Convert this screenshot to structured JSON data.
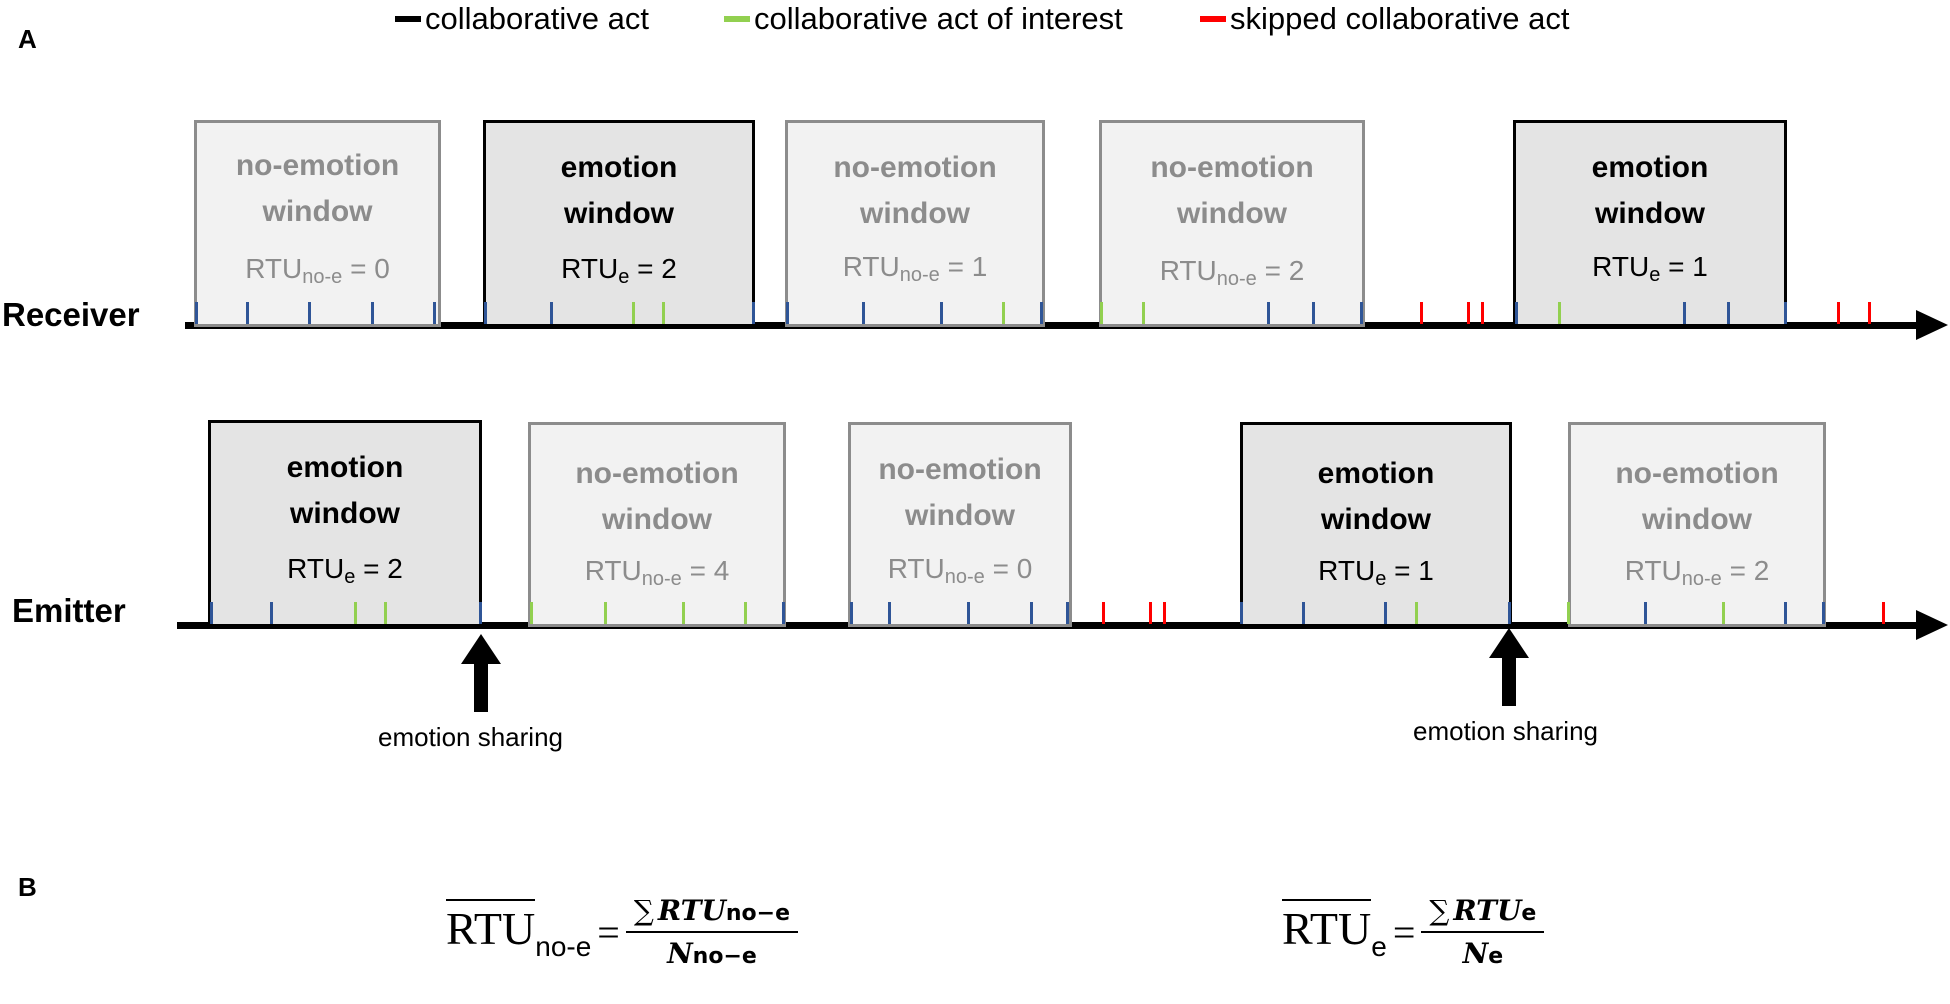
{
  "legend": [
    {
      "label": "collaborative act",
      "color": "#000000"
    },
    {
      "label": "collaborative act of interest",
      "color": "#92d050"
    },
    {
      "label": "skipped collaborative act",
      "color": "#ff0000"
    }
  ],
  "colors": {
    "act": "#2f5597",
    "interest": "#92d050",
    "skipped": "#ff0000",
    "axis": "#000000"
  },
  "panels": {
    "a": "A",
    "b": "B"
  },
  "tracks": {
    "receiver": {
      "label": "Receiver",
      "windows": [
        {
          "kind": "no-emo",
          "line1": "no-emotion",
          "line2": "window",
          "rtu_base": "RTU",
          "rtu_sub": "no-e",
          "rtu_val": "= 0"
        },
        {
          "kind": "emo",
          "line1": "emotion",
          "line2": "window",
          "rtu_base": "RTU",
          "rtu_sub": "e",
          "rtu_val": "= 2"
        },
        {
          "kind": "no-emo",
          "line1": "no-emotion",
          "line2": "window",
          "rtu_base": "RTU",
          "rtu_sub": "no-e",
          "rtu_val": "= 1"
        },
        {
          "kind": "no-emo",
          "line1": "no-emotion",
          "line2": "window",
          "rtu_base": "RTU",
          "rtu_sub": "no-e",
          "rtu_val": "= 2"
        },
        {
          "kind": "emo",
          "line1": "emotion",
          "line2": "window",
          "rtu_base": "RTU",
          "rtu_sub": "e",
          "rtu_val": "= 1"
        }
      ]
    },
    "emitter": {
      "label": "Emitter",
      "windows": [
        {
          "kind": "emo",
          "line1": "emotion",
          "line2": "window",
          "rtu_base": "RTU",
          "rtu_sub": "e",
          "rtu_val": "= 2"
        },
        {
          "kind": "no-emo",
          "line1": "no-emotion",
          "line2": "window",
          "rtu_base": "RTU",
          "rtu_sub": "no-e",
          "rtu_val": "= 4"
        },
        {
          "kind": "no-emo",
          "line1": "no-emotion",
          "line2": "window",
          "rtu_base": "RTU",
          "rtu_sub": "no-e",
          "rtu_val": "= 0"
        },
        {
          "kind": "emo",
          "line1": "emotion",
          "line2": "window",
          "rtu_base": "RTU",
          "rtu_sub": "e",
          "rtu_val": "= 1"
        },
        {
          "kind": "no-emo",
          "line1": "no-emotion",
          "line2": "window",
          "rtu_base": "RTU",
          "rtu_sub": "no-e",
          "rtu_val": "= 2"
        }
      ]
    }
  },
  "sharing": [
    {
      "label": "emotion sharing"
    },
    {
      "label": "emotion sharing"
    }
  ],
  "formulas": {
    "no_emotion": {
      "lhs": "RTU",
      "lhs_sub": "no-e",
      "eq": "=",
      "sum": "∑",
      "num": "RTU",
      "num_sub": "no−e",
      "den": "N",
      "den_sub": "no−e"
    },
    "emotion": {
      "lhs": "RTU",
      "lhs_sub": "e",
      "eq": "=",
      "sum": "∑",
      "num": "RTU",
      "num_sub": "e",
      "den": "N",
      "den_sub": "e"
    }
  }
}
